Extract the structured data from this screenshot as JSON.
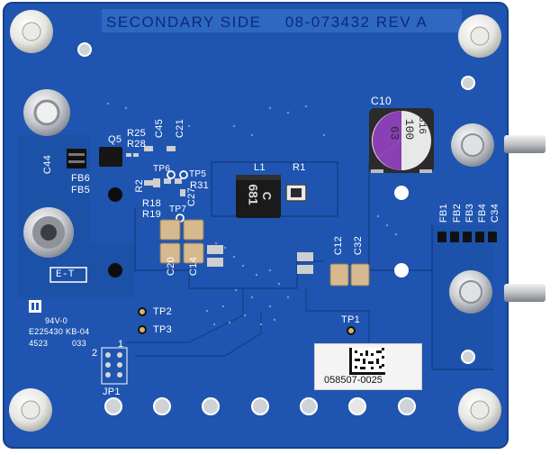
{
  "board": {
    "banner_left": "SECONDARY SIDE",
    "banner_right": "08-073432 REV A",
    "serial_label": "058507-0025",
    "inductor_marking": "681",
    "inductor_marking_2": "C",
    "c10_marking_1": "316",
    "c10_marking_2": "100",
    "c10_marking_3": "63",
    "et_box": "E-T",
    "ul_rating": "94V-0",
    "ul_code": "E225430 KB-04",
    "date_code_left": "4523",
    "date_code_right": "033",
    "colors": {
      "pcb": "#1f55b0",
      "pcb_dark": "#173f8c",
      "silk": "#ffffff",
      "copper_pad": "#cfd2d6",
      "cap_tan": "#d6b98f"
    }
  },
  "refdes": {
    "c10": "C10",
    "q5": "Q5",
    "c45": "C45",
    "c21": "C21",
    "r25": "R25",
    "r28": "R28",
    "c44": "C44",
    "fb6": "FB6",
    "fb5": "FB5",
    "tp6": "TP6",
    "tp5": "TP5",
    "r2": "R2",
    "r31": "R31",
    "c27": "C27",
    "r18": "R18",
    "r19": "R19",
    "tp7": "TP7",
    "l1": "L1",
    "r1": "R1",
    "c20": "C20",
    "c14": "C14",
    "c12": "C12",
    "c32": "C32",
    "fb1": "FB1",
    "fb2": "FB2",
    "fb3": "FB3",
    "fb4": "FB4",
    "c34": "C34",
    "tp2": "TP2",
    "tp3": "TP3",
    "tp1": "TP1",
    "jp1": "JP1",
    "jp_pin2": "2",
    "jp_pin1": "1"
  }
}
